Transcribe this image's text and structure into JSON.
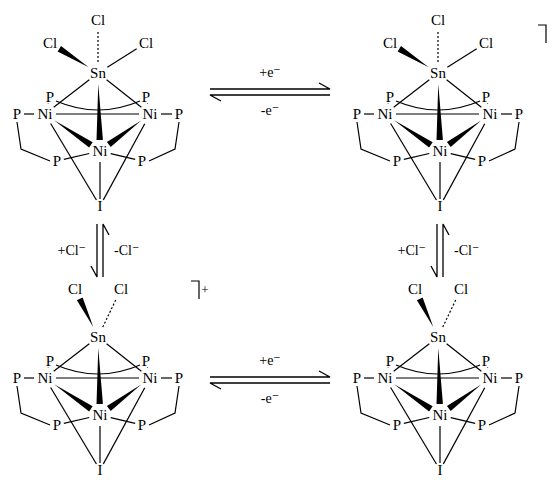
{
  "diagram": {
    "nodes": [
      {
        "text": [
          "Cl",
          "Cl",
          "Cl",
          "Sn",
          "P",
          "P",
          "P",
          "Ni",
          "Ni",
          "P",
          "P",
          "Ni",
          "P",
          "I"
        ]
      },
      {
        "text": [
          "Cl",
          "Cl",
          "Cl",
          "Sn",
          "P",
          "P",
          "P",
          "Ni",
          "Ni",
          "P",
          "P",
          "Ni",
          "P",
          "I"
        ]
      },
      {
        "text": [
          "Cl",
          "Cl",
          "+",
          "Sn",
          "P",
          "P",
          "P",
          "Ni",
          "Ni",
          "P",
          "P",
          "Ni",
          "P",
          "I"
        ]
      },
      {
        "text": [
          "Cl",
          "Cl",
          "Sn",
          "P",
          "P",
          "P",
          "Ni",
          "Ni",
          "P",
          "P",
          "Ni",
          "P",
          "I"
        ]
      }
    ],
    "edges": [
      {
        "from": 0,
        "to": 1,
        "label": "+e⁻",
        "arrow": "to"
      },
      {
        "from": 1,
        "to": 0,
        "label": "-e⁻",
        "arrow": "to"
      },
      {
        "from": 0,
        "to": 2,
        "label": "+Cl⁻",
        "arrow": "to"
      },
      {
        "from": 2,
        "to": 0,
        "label": "-Cl⁻",
        "arrow": "to"
      },
      {
        "from": 1,
        "to": 3,
        "label": "+Cl⁻",
        "arrow": "to"
      },
      {
        "from": 3,
        "to": 1,
        "label": "-Cl⁻",
        "arrow": "to"
      },
      {
        "from": 2,
        "to": 3,
        "label": "+e⁻",
        "arrow": "to"
      },
      {
        "from": 3,
        "to": 2,
        "label": "-e⁻",
        "arrow": "to"
      }
    ]
  }
}
